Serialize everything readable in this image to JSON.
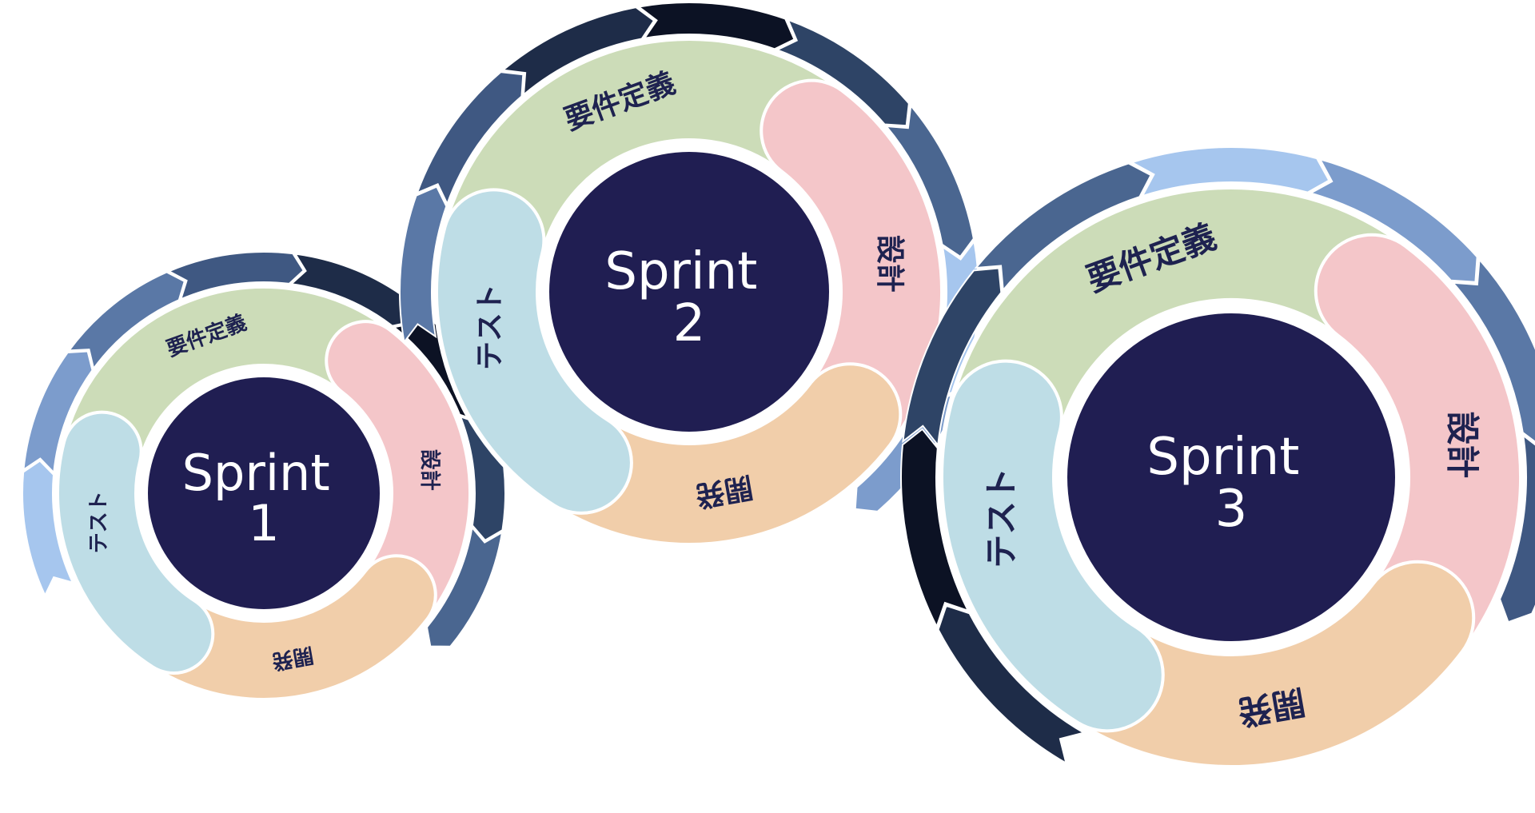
{
  "sprints": [
    {
      "id": "sprint-1",
      "title_line1": "Sprint",
      "title_line2": "1",
      "phases": {
        "requirements": "要件定義",
        "design": "設計",
        "development": "開発",
        "test": "テスト"
      }
    },
    {
      "id": "sprint-2",
      "title_line1": "Sprint",
      "title_line2": "2",
      "phases": {
        "requirements": "要件定義",
        "design": "設計",
        "development": "開発",
        "test": "テスト"
      }
    },
    {
      "id": "sprint-3",
      "title_line1": "Sprint",
      "title_line2": "3",
      "phases": {
        "requirements": "要件定義",
        "design": "設計",
        "development": "開発",
        "test": "テスト"
      }
    }
  ],
  "colors": {
    "center": "#201e52",
    "requirements": "#ccdcb8",
    "design": "#f4c6c9",
    "development": "#f1ceaa",
    "test": "#bedde6",
    "arrow_ring": [
      "#a6c6ee",
      "#7c9ccc",
      "#5a78a6",
      "#3f5882",
      "#1e2c48",
      "#0c1224",
      "#2e4466",
      "#4a6690"
    ]
  }
}
